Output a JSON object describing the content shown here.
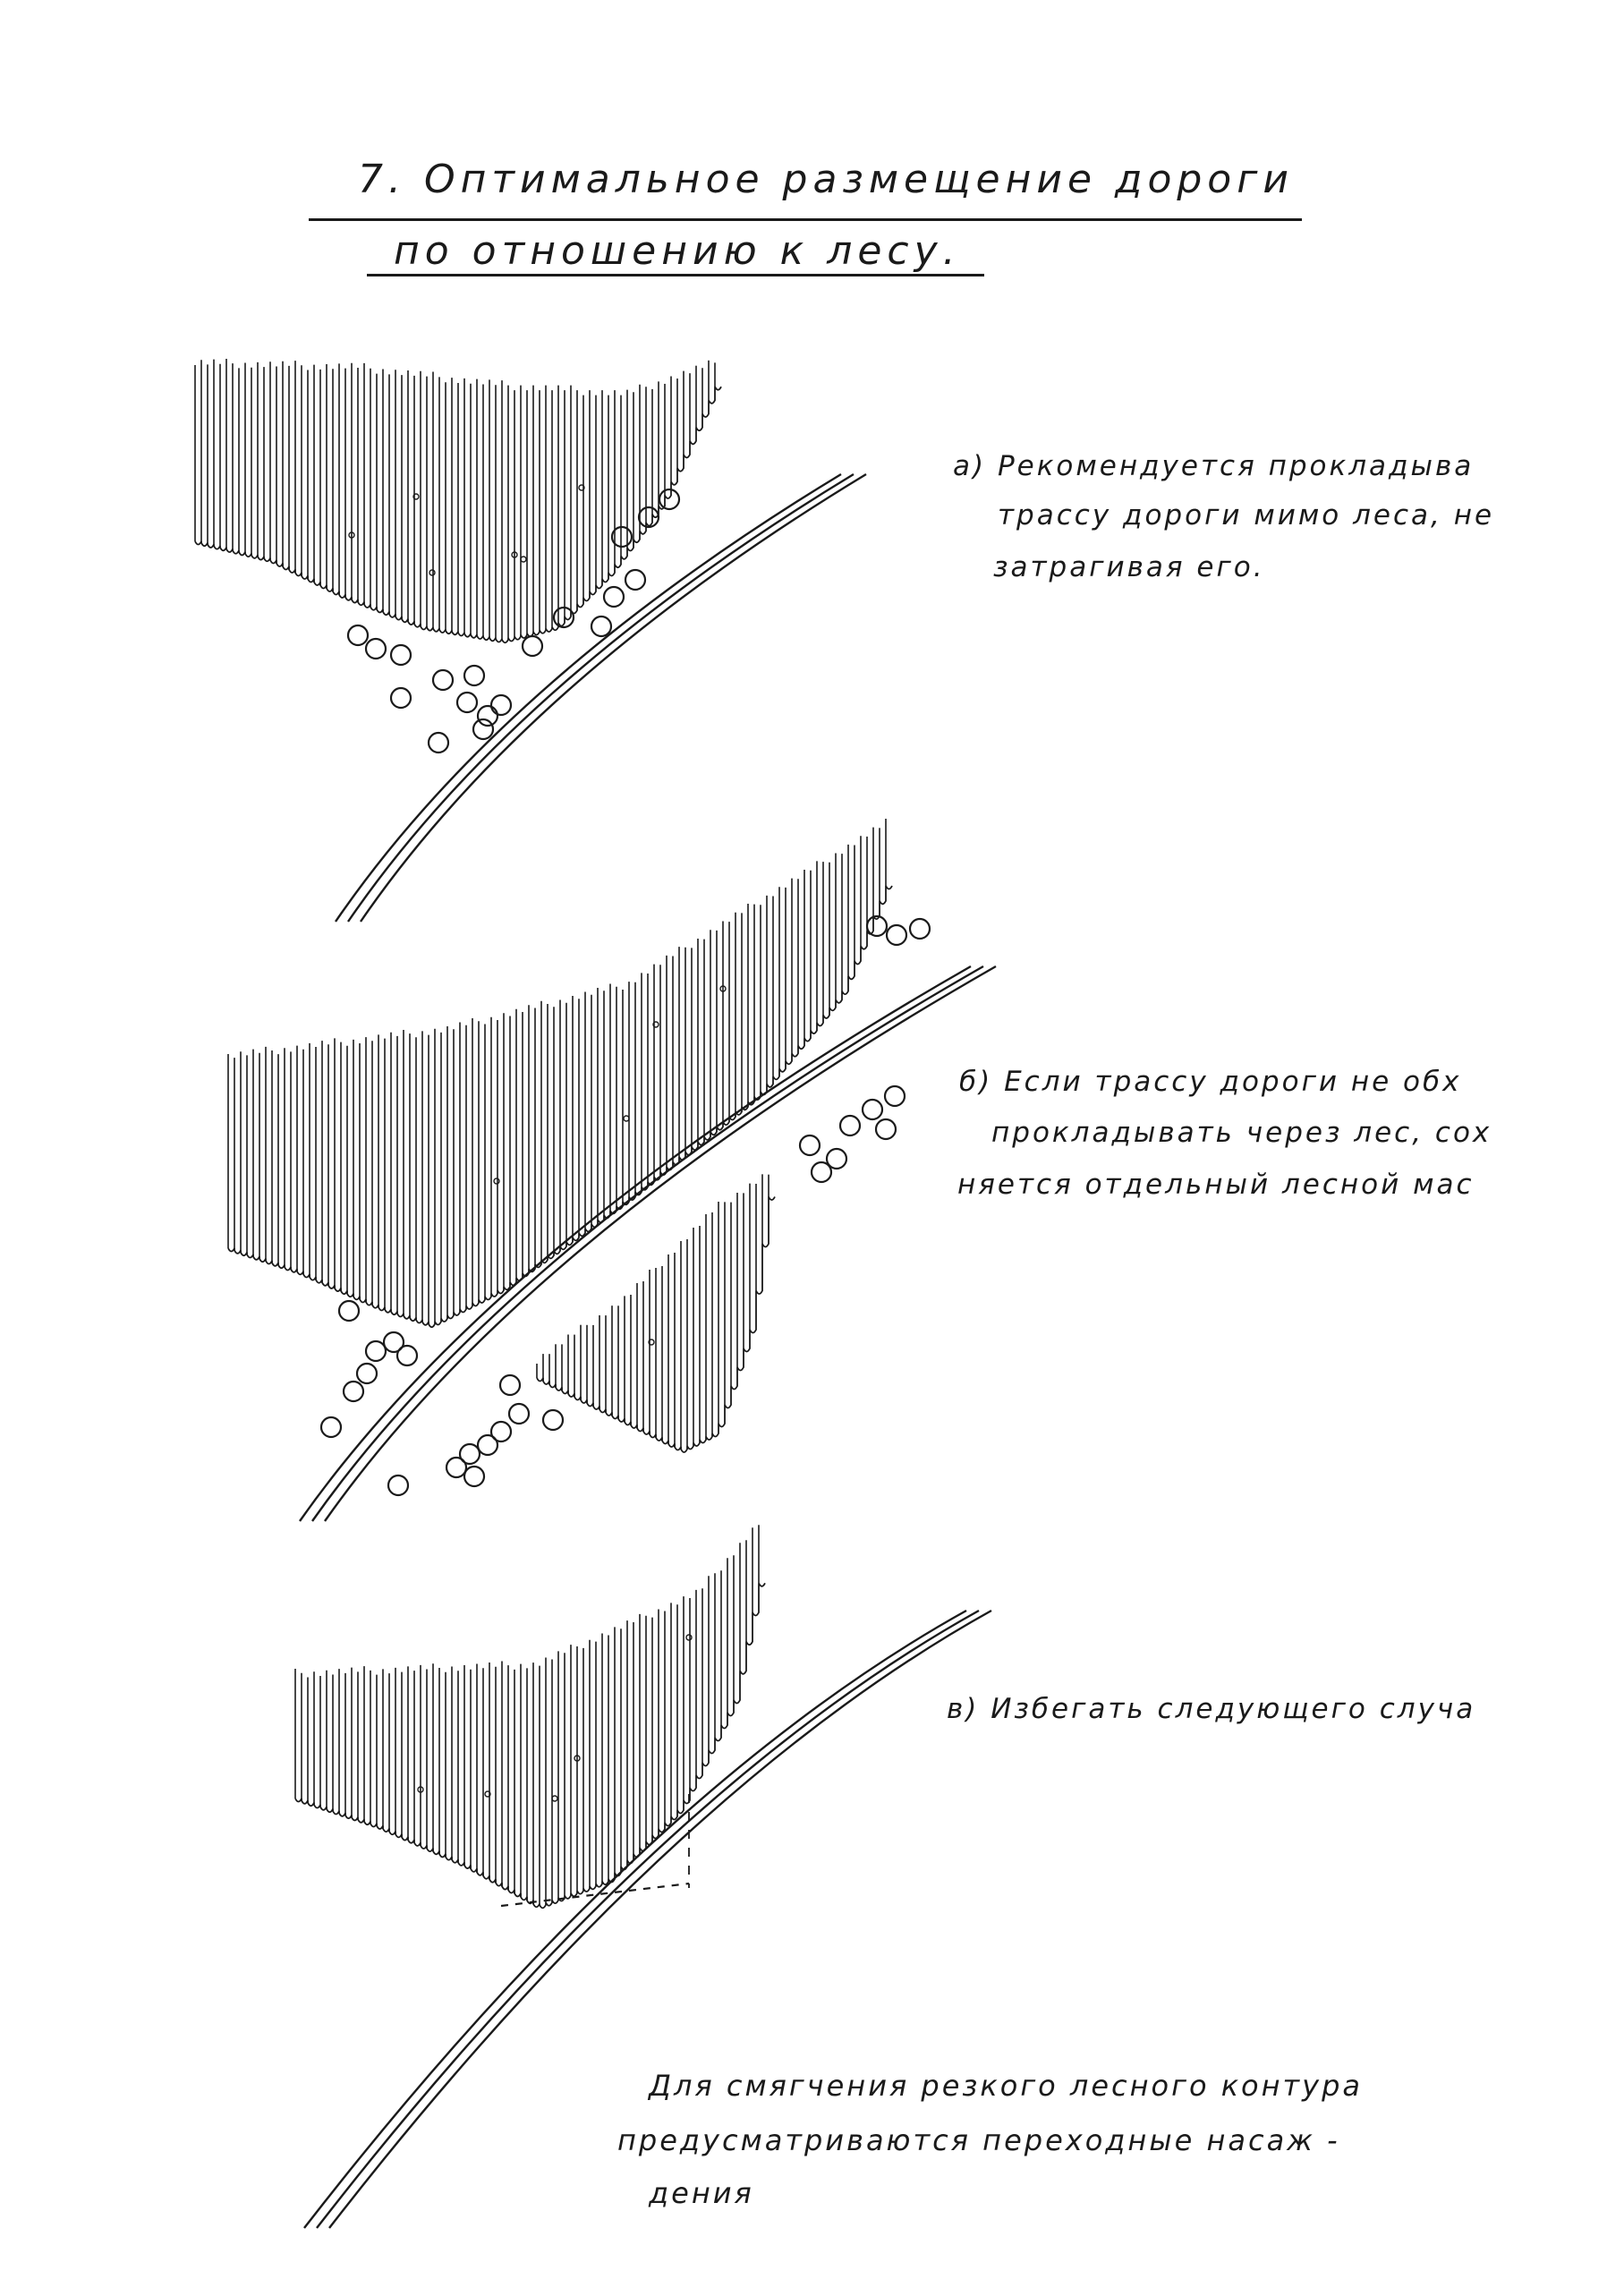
{
  "title": {
    "line1": "7. Оптимальное размещение дороги",
    "line2": "по отношению к лесу."
  },
  "captions": {
    "a": [
      "а) Рекомендуется прокладыва",
      "трассу дороги мимо леса, не",
      "затрагивая его."
    ],
    "b": [
      "б) Если трассу дороги не обх",
      "прокладывать через лес, сох",
      "няется отдельный лесной мас"
    ],
    "c": [
      "в) Избегать следующего случа"
    ]
  },
  "note": [
    "Для смягчения резкого лесного контура",
    "предусматриваются переходные насаж -",
    "дения"
  ],
  "colors": {
    "ink": "#1a1a1a",
    "paper": "#ffffff"
  }
}
